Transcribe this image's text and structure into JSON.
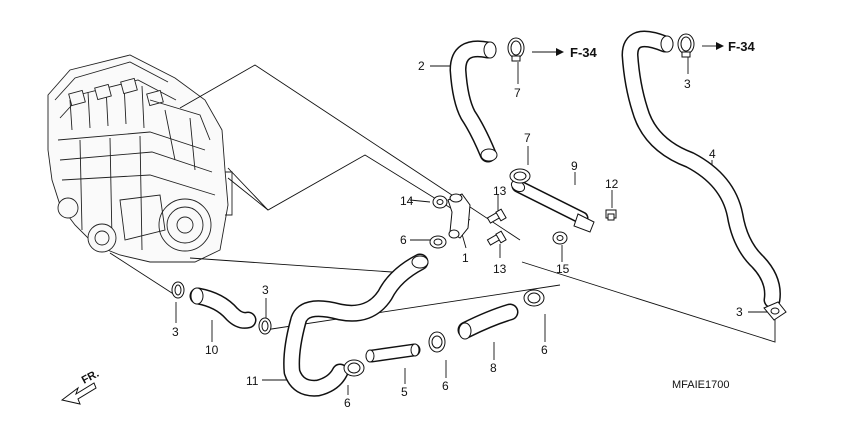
{
  "diagram_code": "MFAIE1700",
  "front_label": "FR.",
  "references": [
    {
      "id": "ref-left",
      "text": "F-34"
    },
    {
      "id": "ref-right",
      "text": "F-34"
    }
  ],
  "callouts": {
    "c1": "1",
    "c2": "2",
    "c3a": "3",
    "c3b": "3",
    "c3c": "3",
    "c3d": "3",
    "c4": "4",
    "c5": "5",
    "c6a": "6",
    "c6b": "6",
    "c6c": "6",
    "c6d": "6",
    "c7a": "7",
    "c7b": "7",
    "c8": "8",
    "c9": "9",
    "c10": "10",
    "c11": "11",
    "c12": "12",
    "c13a": "13",
    "c13b": "13",
    "c14": "14",
    "c15": "15"
  }
}
